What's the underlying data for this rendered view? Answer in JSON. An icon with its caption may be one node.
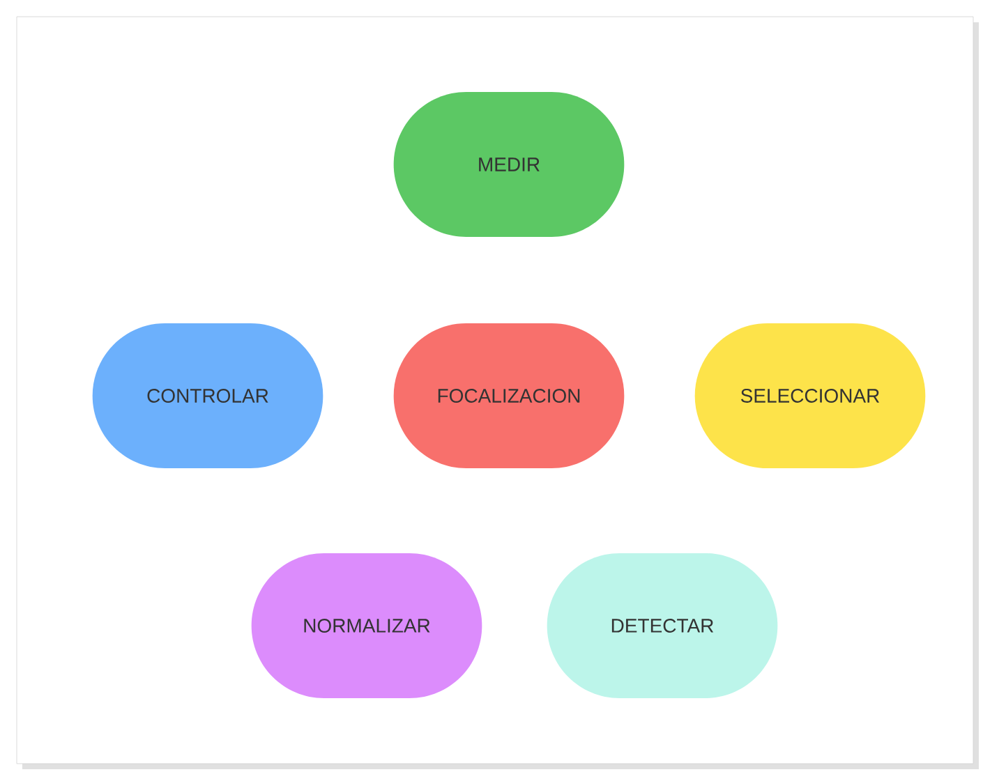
{
  "diagram": {
    "nodes": [
      {
        "text": [
          "MEDIR"
        ]
      },
      {
        "text": [
          "CONTROLAR"
        ]
      },
      {
        "text": [
          "FOCALIZACION"
        ]
      },
      {
        "text": [
          "SELECCIONAR"
        ]
      },
      {
        "text": [
          "NORMALIZAR"
        ]
      },
      {
        "text": [
          "DETECTAR"
        ]
      }
    ]
  }
}
